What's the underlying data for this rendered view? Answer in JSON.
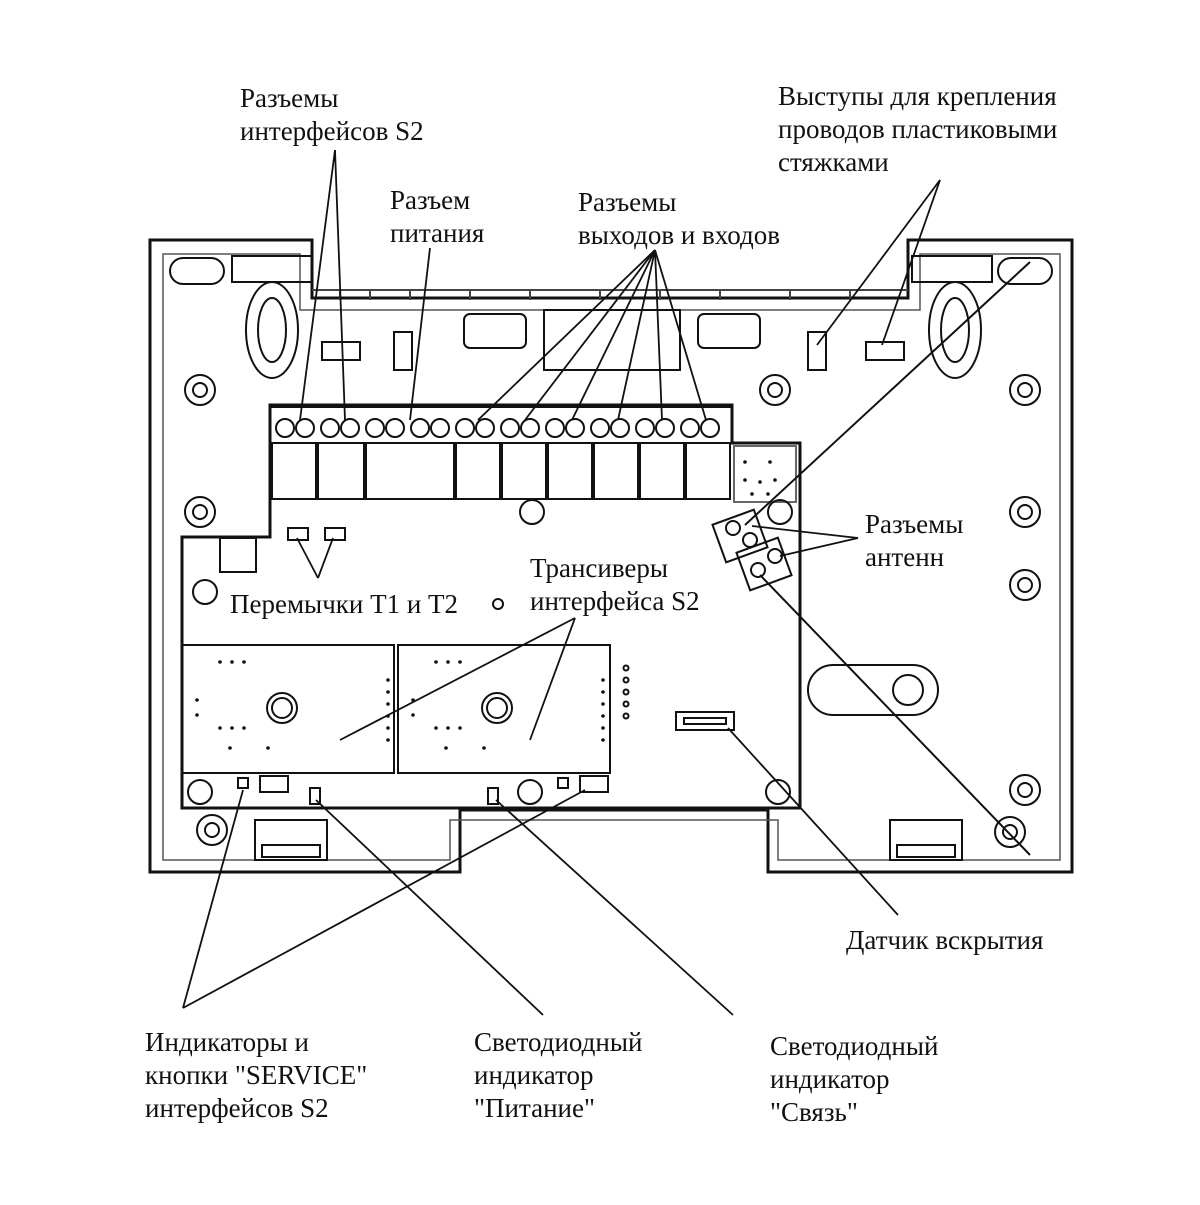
{
  "labels": {
    "s2_connectors": [
      "Разъемы",
      "интерфейсов S2"
    ],
    "power_connector": [
      "Разъем",
      "питания"
    ],
    "io_connectors": [
      "Разъемы",
      "выходов и входов"
    ],
    "cable_tie_lugs": [
      "Выступы для крепления",
      "проводов пластиковыми",
      "стяжками"
    ],
    "antenna_connectors": [
      "Разъемы",
      "антенн"
    ],
    "jumpers": [
      "Перемычки T1 и T2"
    ],
    "transceivers": [
      "Трансиверы",
      "интерфейса S2"
    ],
    "tamper_sensor": [
      "Датчик вскрытия"
    ],
    "service_indicators": [
      "Индикаторы и",
      "кнопки \"SERVICE\"",
      "интерфейсов S2"
    ],
    "power_led": [
      "Светодиодный",
      "индикатор",
      "\"Питание\""
    ],
    "link_led": [
      "Светодиодный",
      "индикатор",
      "\"Связь\""
    ]
  },
  "colors": {
    "ink": "#111111",
    "housing_fill": "#f7f7f7",
    "board_fill": "#ffffff"
  }
}
